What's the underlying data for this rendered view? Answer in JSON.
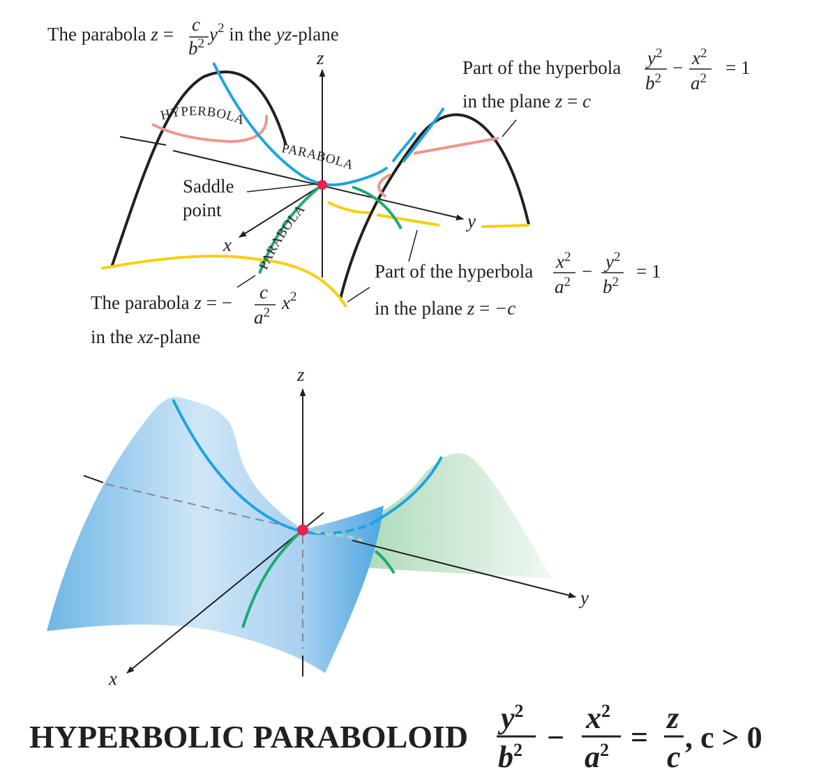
{
  "colors": {
    "black_curve": "#231f20",
    "parabola_yz": "#1fa3df",
    "parabola_xz": "#1ea872",
    "hyperbola_top": "#f0958a",
    "hyperbola_bottom": "#f8cf10",
    "saddle_point": "#e8224f",
    "surface_blue": "#5aaee6",
    "surface_green": "#bfe2c7"
  },
  "top": {
    "callout_parabola_yz": {
      "prefix": "The parabola ",
      "z": "z",
      "eq": " = ",
      "num": "c",
      "den": "b",
      "den_exp": "2",
      "var": "y",
      "var_exp": "2",
      "suffix": " in the ",
      "plane": "yz",
      "plane_suffix": "-plane"
    },
    "callout_hyperbola_top": {
      "line1_prefix": "Part of the hyperbola",
      "num1": "y",
      "den1": "b",
      "minus": "−",
      "num2": "x",
      "den2": "a",
      "exp": "2",
      "rhs": "= 1",
      "line2_prefix": "in the plane ",
      "z": "z",
      "line2_eq": " = ",
      "line2_val": "c"
    },
    "callout_hyperbola_bottom": {
      "line1_prefix": "Part of the hyperbola",
      "num1": "x",
      "den1": "a",
      "minus": "−",
      "num2": "y",
      "den2": "b",
      "exp": "2",
      "rhs": "= 1",
      "line2_prefix": "in the plane ",
      "z": "z",
      "line2_eq": " = ",
      "line2_val": "−c"
    },
    "callout_parabola_xz": {
      "prefix": "The parabola ",
      "z": "z",
      "eq": " = −",
      "num": "c",
      "den": "a",
      "den_exp": "2",
      "var": "x",
      "var_exp": "2",
      "line2_prefix": "in the ",
      "plane": "xz",
      "plane_suffix": "-plane"
    },
    "saddle_label_line1": "Saddle",
    "saddle_label_line2": "point",
    "curve_label_hyperbola": "HYPERBOLA",
    "curve_label_parabola_1": "PARABOLA",
    "curve_label_parabola_2": "PARABOLA",
    "axis_z": "z",
    "axis_y": "y",
    "axis_x": "x"
  },
  "bottom": {
    "axis_z": "z",
    "axis_y": "y",
    "axis_x": "x"
  },
  "caption": {
    "title": "HYPERBOLIC PARABOLOID",
    "num1": "y",
    "den1": "b",
    "minus": "−",
    "num2": "x",
    "den2": "a",
    "exp": "2",
    "equals": "=",
    "num3": "z",
    "den3": "c",
    "tail": ", c > 0"
  }
}
